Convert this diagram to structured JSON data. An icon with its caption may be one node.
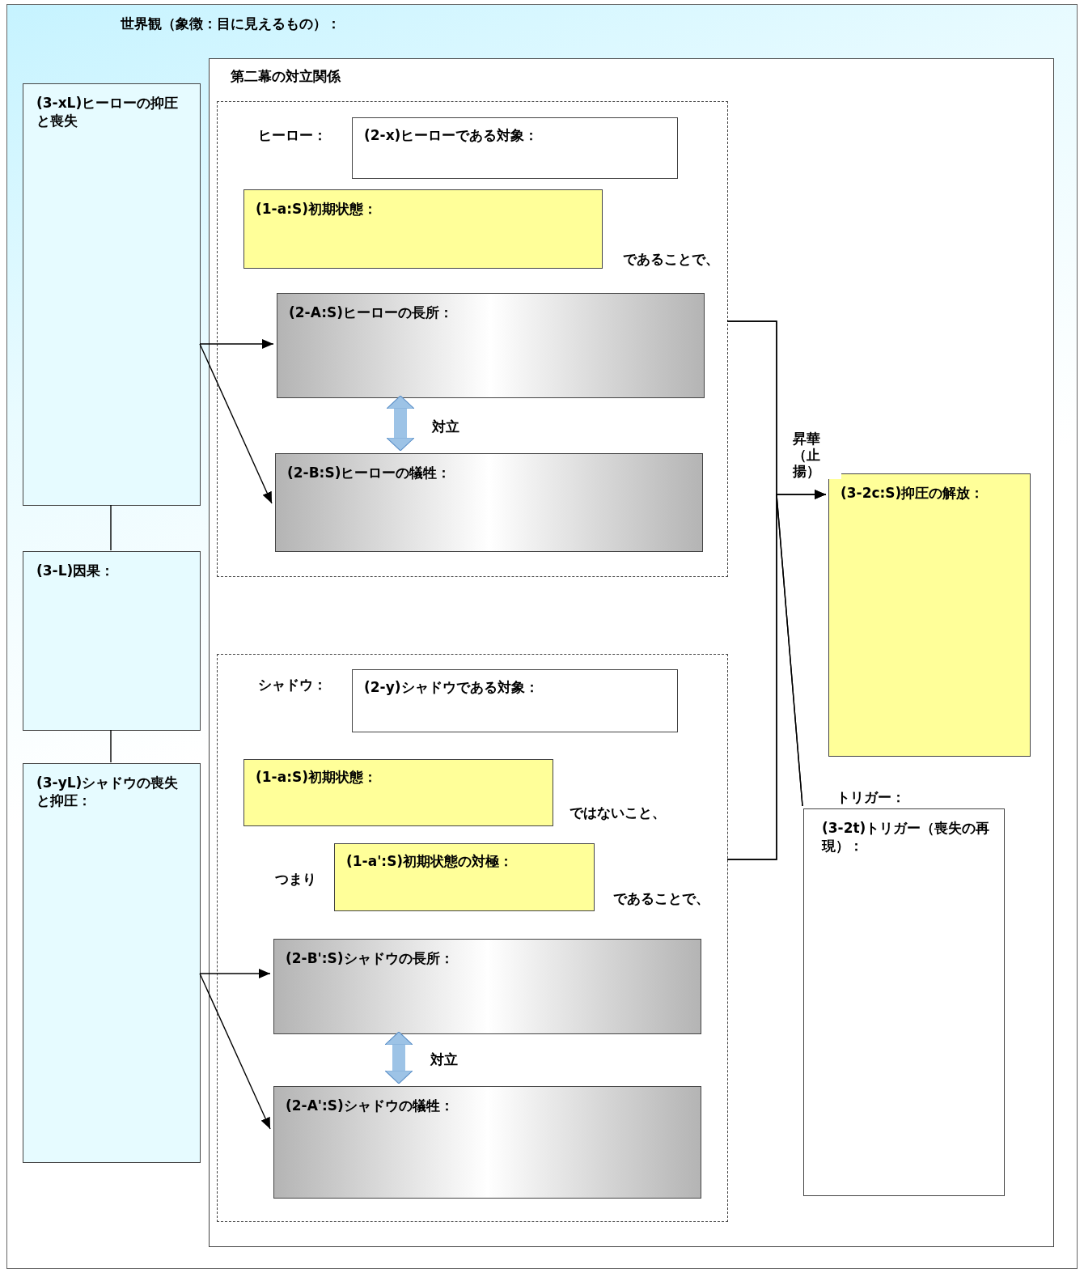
{
  "diagram": {
    "nodes": [
      {
        "text": [
          "世界観（象徴：目に見えるもの）："
        ]
      },
      {
        "text": [
          "(3-xL)ヒーローの抑圧と喪失"
        ],
        "in": 0
      },
      {
        "text": [
          "(3-L)因果："
        ],
        "in": 0
      },
      {
        "text": [
          "(3-yL)シャドウの喪失と抑圧："
        ],
        "in": 0
      },
      {
        "text": [
          "第二幕の対立関係"
        ],
        "in": 0
      },
      {
        "text": [
          "ヒーロー："
        ],
        "in": 4
      },
      {
        "text": [
          "(2-x)ヒーローである対象："
        ],
        "in": 5
      },
      {
        "text": [
          "(1-a:S)初期状態："
        ],
        "in": 5,
        "beside": [
          "であることで、"
        ]
      },
      {
        "text": [
          "(2-A:S)ヒーローの長所："
        ],
        "in": 5
      },
      {
        "text": [
          "(2-B:S)ヒーローの犠牲："
        ],
        "in": 5
      },
      {
        "text": [
          "シャドウ："
        ],
        "in": 4
      },
      {
        "text": [
          "(2-y)シャドウである対象："
        ],
        "in": 10
      },
      {
        "text": [
          "(1-a:S)初期状態："
        ],
        "in": 10,
        "beside": [
          "ではないこと、"
        ]
      },
      {
        "text": [
          "(1-a':S)初期状態の対極："
        ],
        "in": 10,
        "beside": [
          "つまり",
          "であることで、"
        ]
      },
      {
        "text": [
          "(2-B':S)シャドウの長所："
        ],
        "in": 10
      },
      {
        "text": [
          "(2-A':S)シャドウの犠牲："
        ],
        "in": 10
      },
      {
        "text": [
          "(3-2c:S)抑圧の解放："
        ],
        "in": 4
      },
      {
        "text": [
          "トリガー：",
          "(3-2t)トリガー（喪失の再現）："
        ],
        "in": 4
      }
    ],
    "edges": [
      {
        "from": 1,
        "to": 2,
        "arrow": "none"
      },
      {
        "from": 2,
        "to": 3,
        "arrow": "none"
      },
      {
        "from": 1,
        "to": 8,
        "arrow": "to"
      },
      {
        "from": 1,
        "to": 9,
        "arrow": "to"
      },
      {
        "from": 8,
        "to": 9,
        "arrow": "both",
        "label": "対立",
        "style": "thick",
        "color": "#9dc3e6"
      },
      {
        "from": 3,
        "to": 14,
        "arrow": "to"
      },
      {
        "from": 3,
        "to": 15,
        "arrow": "to"
      },
      {
        "from": 14,
        "to": 15,
        "arrow": "both",
        "label": "対立",
        "style": "thick",
        "color": "#9dc3e6"
      },
      {
        "from": 5,
        "to": 16,
        "arrow": "to",
        "label": "昇華（止揚）"
      },
      {
        "from": 10,
        "to": 16,
        "arrow": "to"
      },
      {
        "from": 5,
        "to": 17,
        "arrow": "none"
      },
      {
        "from": 10,
        "to": 17,
        "arrow": "none"
      }
    ]
  }
}
